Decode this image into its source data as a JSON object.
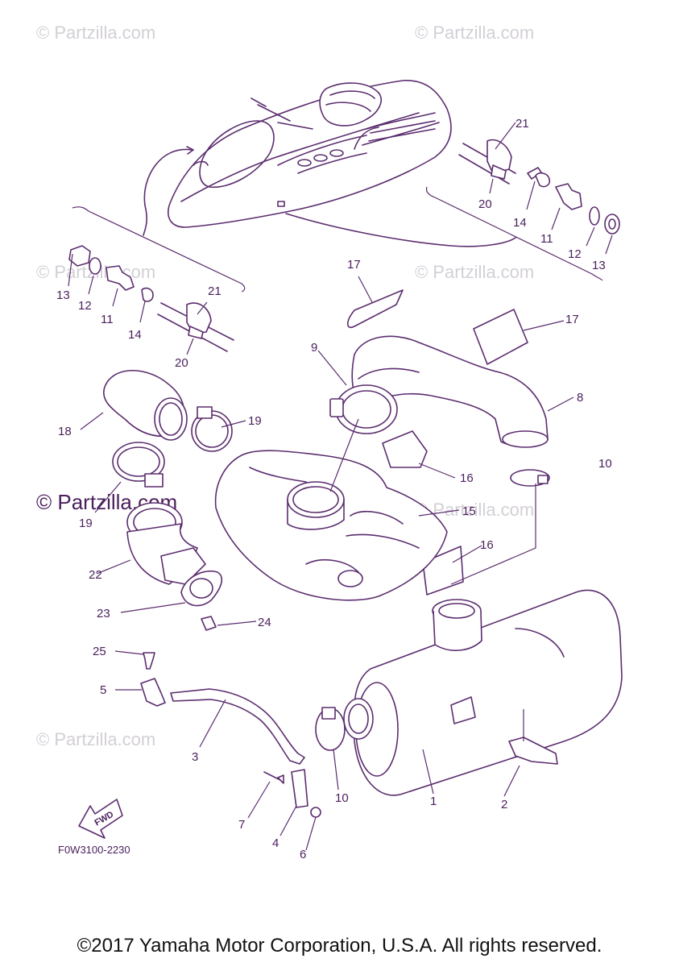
{
  "watermark": "© Partzilla.com",
  "diagram_code": "F0W3100-2230",
  "fwd_label": "FWD",
  "copyright": "©2017 Yamaha Motor Corporation, U.S.A. All rights reserved.",
  "callouts": [
    {
      "id": "c21a",
      "text": "21"
    },
    {
      "id": "c20a",
      "text": "20"
    },
    {
      "id": "c14a",
      "text": "14"
    },
    {
      "id": "c11a",
      "text": "11"
    },
    {
      "id": "c12a",
      "text": "12"
    },
    {
      "id": "c13a",
      "text": "13"
    },
    {
      "id": "c13b",
      "text": "13"
    },
    {
      "id": "c12b",
      "text": "12"
    },
    {
      "id": "c11b",
      "text": "11"
    },
    {
      "id": "c14b",
      "text": "14"
    },
    {
      "id": "c21b",
      "text": "21"
    },
    {
      "id": "c20b",
      "text": "20"
    },
    {
      "id": "c17a",
      "text": "17"
    },
    {
      "id": "c17b",
      "text": "17"
    },
    {
      "id": "c9",
      "text": "9"
    },
    {
      "id": "c8",
      "text": "8"
    },
    {
      "id": "c18",
      "text": "18"
    },
    {
      "id": "c19a",
      "text": "19"
    },
    {
      "id": "c19b",
      "text": "19"
    },
    {
      "id": "c16a",
      "text": "16"
    },
    {
      "id": "c10a",
      "text": "10"
    },
    {
      "id": "c15",
      "text": "15"
    },
    {
      "id": "c16b",
      "text": "16"
    },
    {
      "id": "c22",
      "text": "22"
    },
    {
      "id": "c23",
      "text": "23"
    },
    {
      "id": "c24",
      "text": "24"
    },
    {
      "id": "c25",
      "text": "25"
    },
    {
      "id": "c5",
      "text": "5"
    },
    {
      "id": "c3",
      "text": "3"
    },
    {
      "id": "c10b",
      "text": "10"
    },
    {
      "id": "c1",
      "text": "1"
    },
    {
      "id": "c2",
      "text": "2"
    },
    {
      "id": "c7",
      "text": "7"
    },
    {
      "id": "c4",
      "text": "4"
    },
    {
      "id": "c6",
      "text": "6"
    }
  ]
}
